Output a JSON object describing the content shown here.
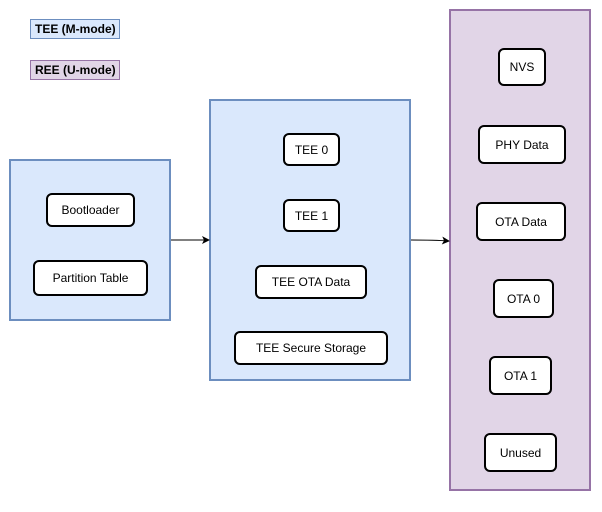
{
  "legend": {
    "tee": {
      "label": "TEE (M-mode)",
      "fill": "#dae8fc",
      "border": "#6c8ebf"
    },
    "ree": {
      "label": "REE (U-mode)",
      "fill": "#e1d5e7",
      "border": "#9673a6"
    }
  },
  "groups": {
    "boot": {
      "fill": "#dae8fc",
      "border": "#6c8ebf",
      "nodes": [
        "Bootloader",
        "Partition Table"
      ]
    },
    "tee": {
      "fill": "#dae8fc",
      "border": "#6c8ebf",
      "nodes": [
        "TEE 0",
        "TEE 1",
        "TEE OTA Data",
        "TEE Secure Storage"
      ]
    },
    "ree": {
      "fill": "#e1d5e7",
      "border": "#9673a6",
      "nodes": [
        "NVS",
        "PHY Data",
        "OTA Data",
        "OTA 0",
        "OTA 1",
        "Unused"
      ]
    }
  }
}
